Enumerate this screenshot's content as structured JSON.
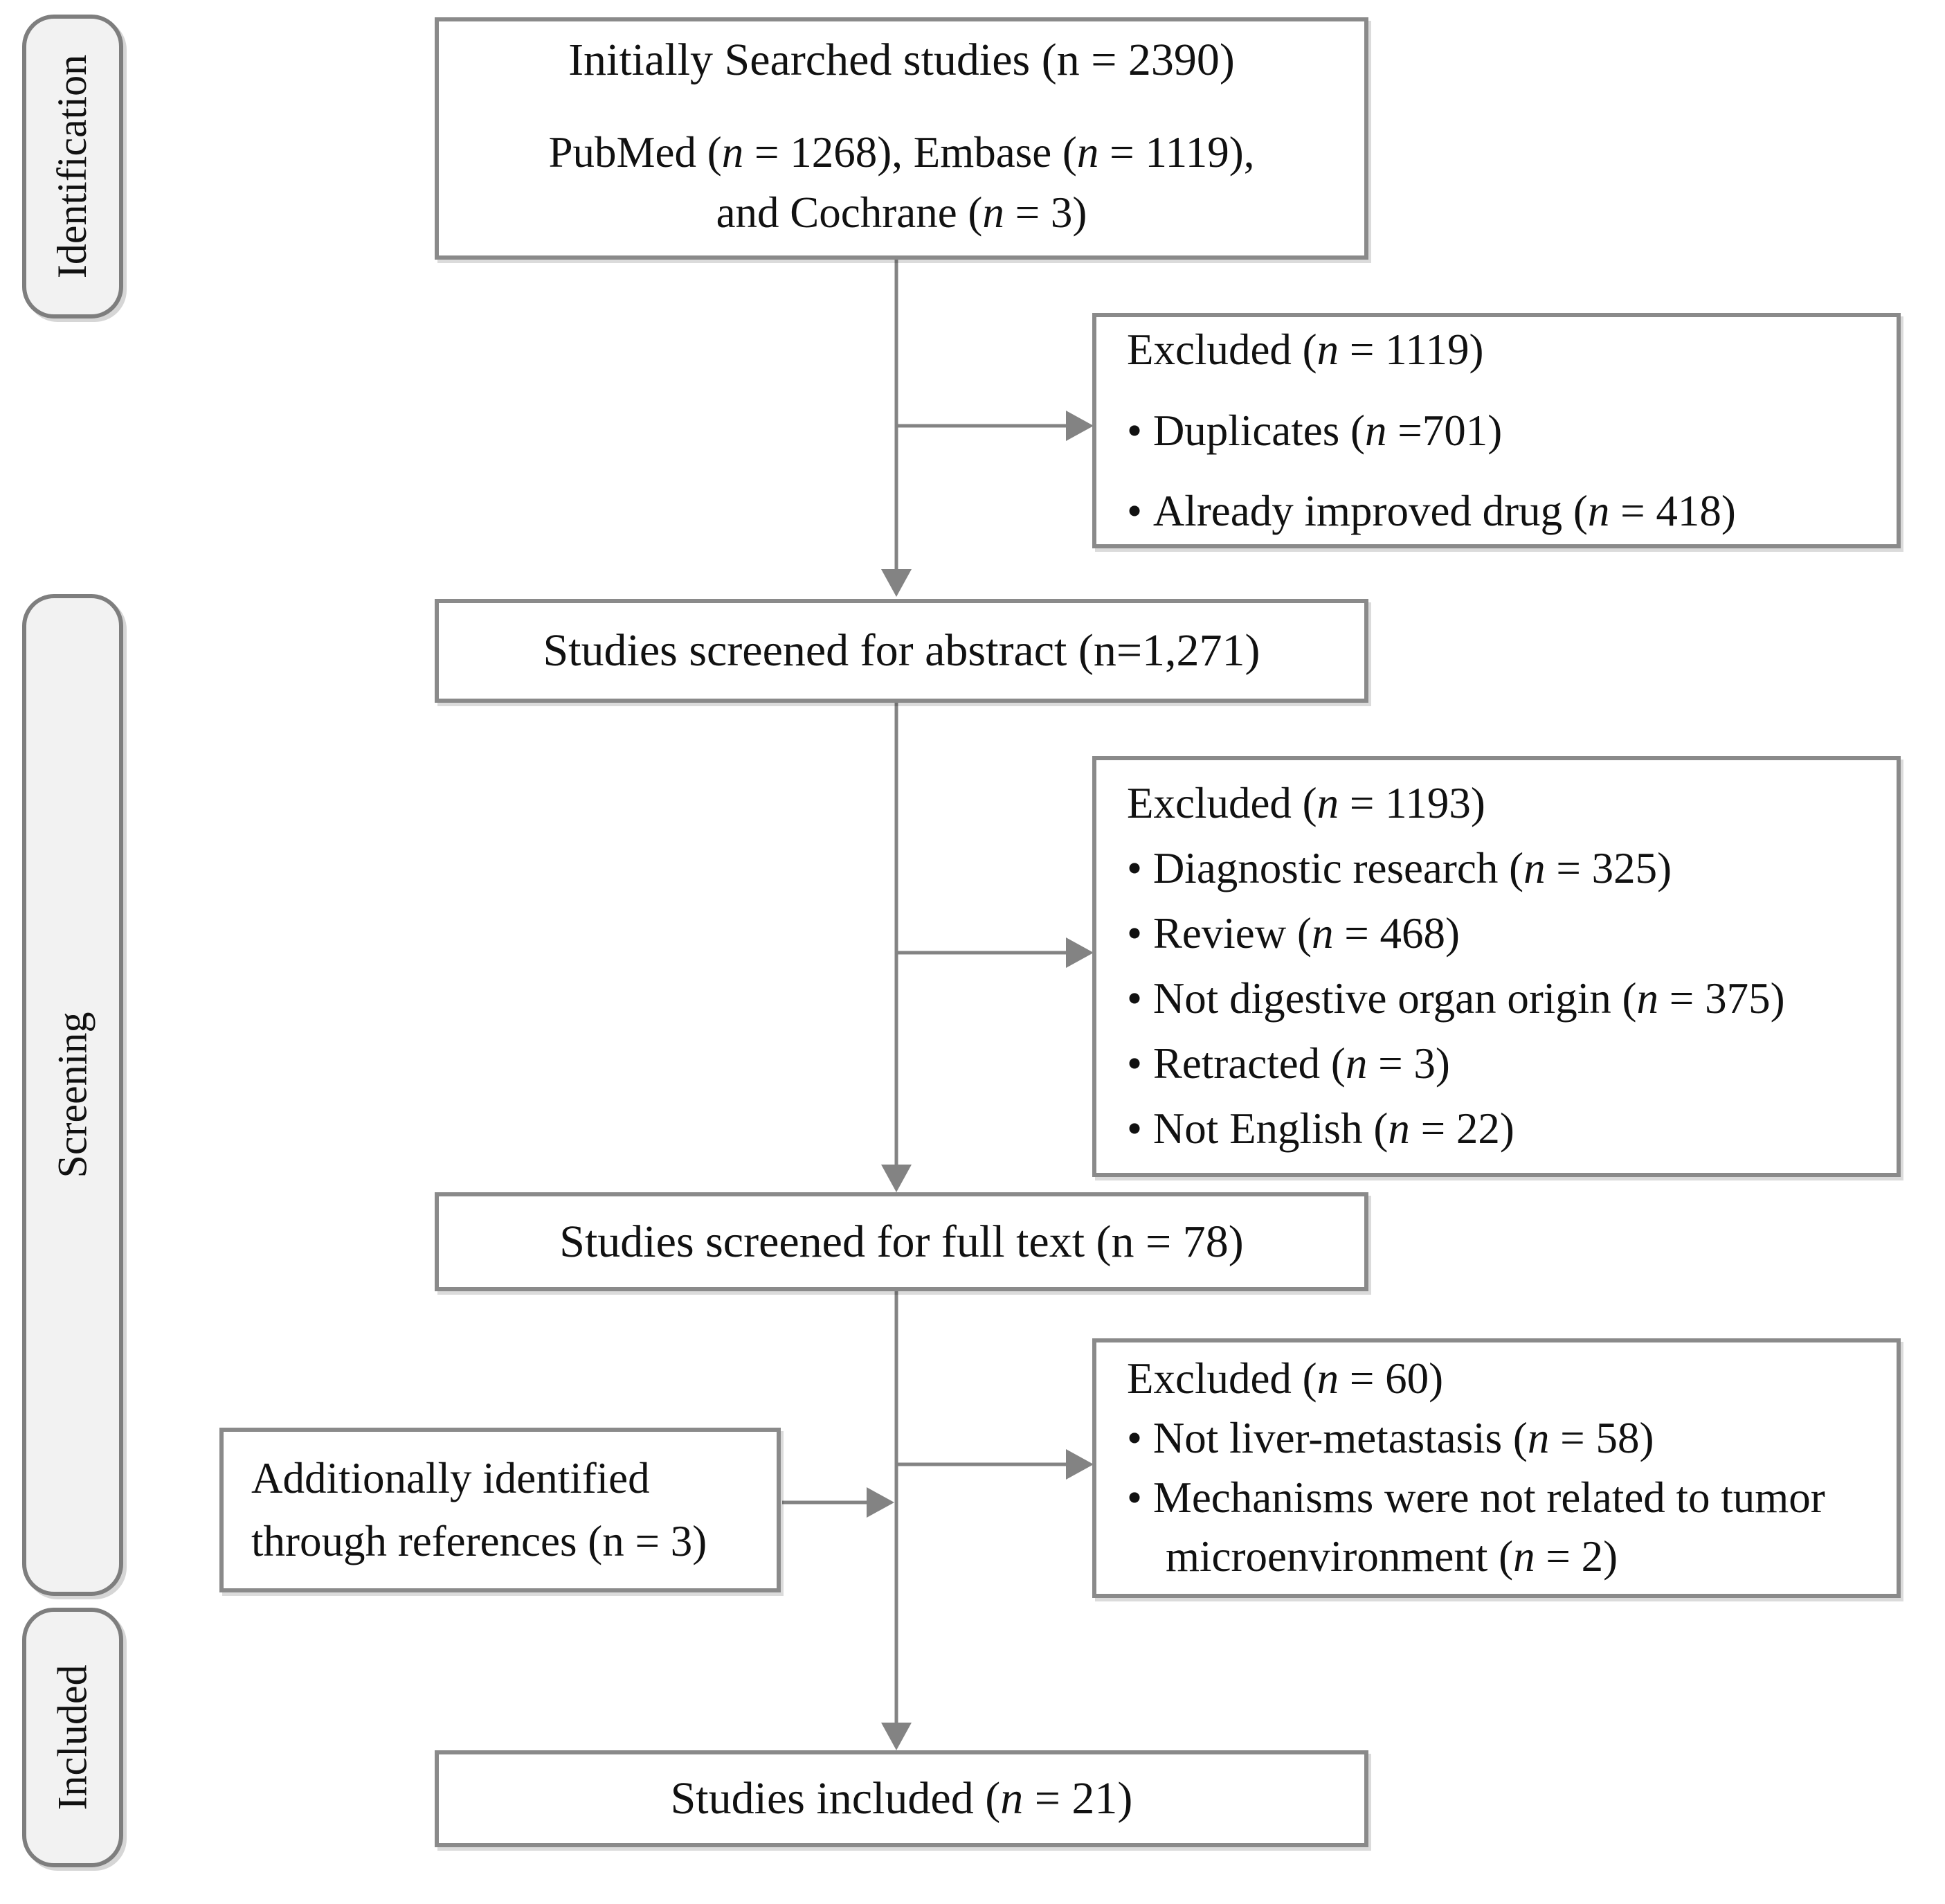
{
  "sidebar": {
    "stages": [
      {
        "label": "Identification"
      },
      {
        "label": "Screening"
      },
      {
        "label": "Included"
      }
    ]
  },
  "boxes": {
    "initial": {
      "title": "Initially Searched studies (n = 2390)",
      "sources": [
        "PubMed (n = 1268), Embase (n = 1119),",
        "and Cochrane (n = 3)"
      ]
    },
    "excluded_identification": {
      "title": "Excluded (n = 1119)",
      "items": [
        "Duplicates (n =701)",
        "Already improved drug (n = 418)"
      ]
    },
    "screened_abstract": {
      "title": "Studies screened for abstract (n=1,271)"
    },
    "excluded_abstract": {
      "title": "Excluded (n = 1193)",
      "items": [
        "Diagnostic research (n = 325)",
        "Review (n = 468)",
        "Not digestive organ origin (n = 375)",
        "Retracted (n = 3)",
        "Not English (n = 22)"
      ]
    },
    "screened_fulltext": {
      "title": "Studies screened for full text (n = 78)"
    },
    "excluded_fulltext": {
      "title": "Excluded (n = 60)",
      "items": [
        "Not liver-metastasis (n = 58)",
        "Mechanisms were not related to tumor microenvironment (n = 2)"
      ]
    },
    "additional_references": {
      "title": "Additionally identified through references (n = 3)"
    },
    "included": {
      "title": "Studies included (n = 21)"
    }
  },
  "colors": {
    "box_border": "#8a8a8a",
    "stage_fill": "#f2f2f2",
    "stage_border": "#7e7e7e",
    "arrow": "#838383",
    "text": "#111111",
    "background": "#ffffff"
  }
}
